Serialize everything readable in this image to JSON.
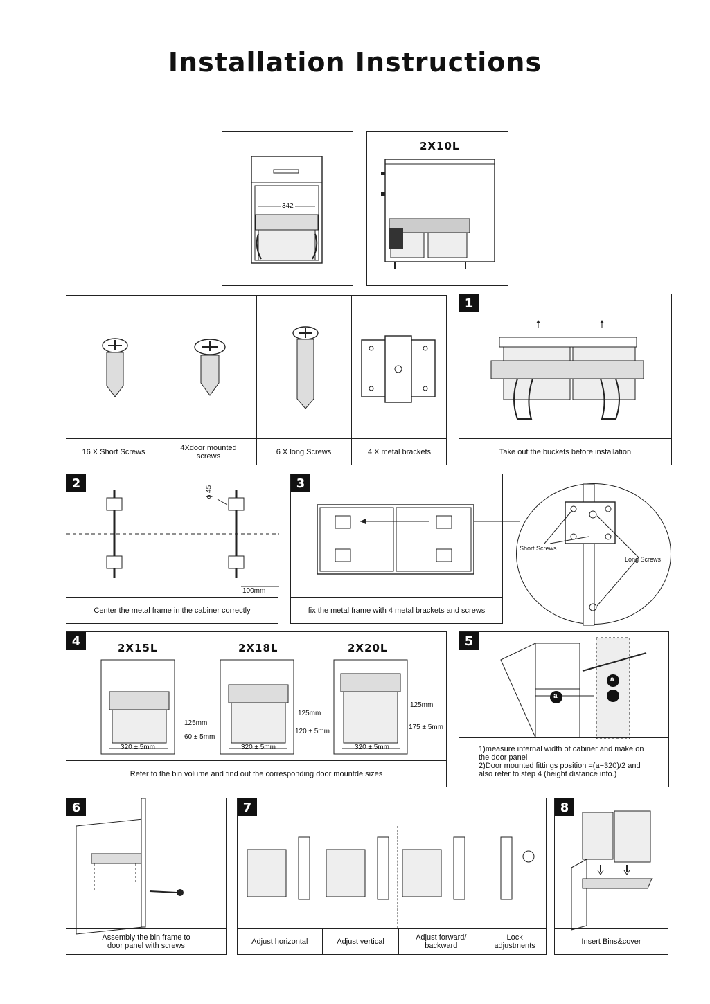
{
  "title": "Installation Instructions",
  "top_dims": {
    "width": "342",
    "model": "2X10L"
  },
  "parts": [
    {
      "caption": "16 X Short Screws"
    },
    {
      "caption": "4Xdoor mounted screws"
    },
    {
      "caption": "6 X  long Screws"
    },
    {
      "caption": "4 X metal brackets"
    }
  ],
  "step1": {
    "num": "1",
    "caption": "Take out the buckets before installation"
  },
  "step2": {
    "num": "2",
    "caption": "Center the metal frame in the cabiner correctly",
    "dia": "ϕ 45",
    "dist": "100mm"
  },
  "step3": {
    "num": "3",
    "caption": "fix the metal frame with 4 metal brackets and screws",
    "short": "Short Screws",
    "long": "Long Screws"
  },
  "step4": {
    "num": "4",
    "caption": "Refer to the bin volume and find out the corresponding  door mountde sizes",
    "models": [
      {
        "name": "2X15L",
        "top": "125mm",
        "bottom": "60 ± 5mm",
        "width": "320 ± 5mm"
      },
      {
        "name": "2X18L",
        "top": "125mm",
        "bottom": "120 ± 5mm",
        "width": "320 ± 5mm"
      },
      {
        "name": "2X20L",
        "top": "125mm",
        "bottom": "175 ± 5mm",
        "width": "320 ± 5mm"
      }
    ]
  },
  "step5": {
    "num": "5",
    "marker": "a",
    "line1": "1)measure internal width of cabiner and make on",
    "line2": "the door panel",
    "line3": "2)Door mounted fittings position =(a−320)/2 and",
    "line4": "also refer to step 4 (height distance info.)"
  },
  "step6": {
    "num": "6",
    "caption": "Assembly  the  bin  frame to door panel with screws"
  },
  "step7": {
    "num": "7",
    "captions": [
      "Adjust horizontal",
      "Adjust vertical",
      "Adjust forward/ backward",
      "Lock adjustments"
    ]
  },
  "step8": {
    "num": "8",
    "caption": "Insert Bins&cover"
  }
}
